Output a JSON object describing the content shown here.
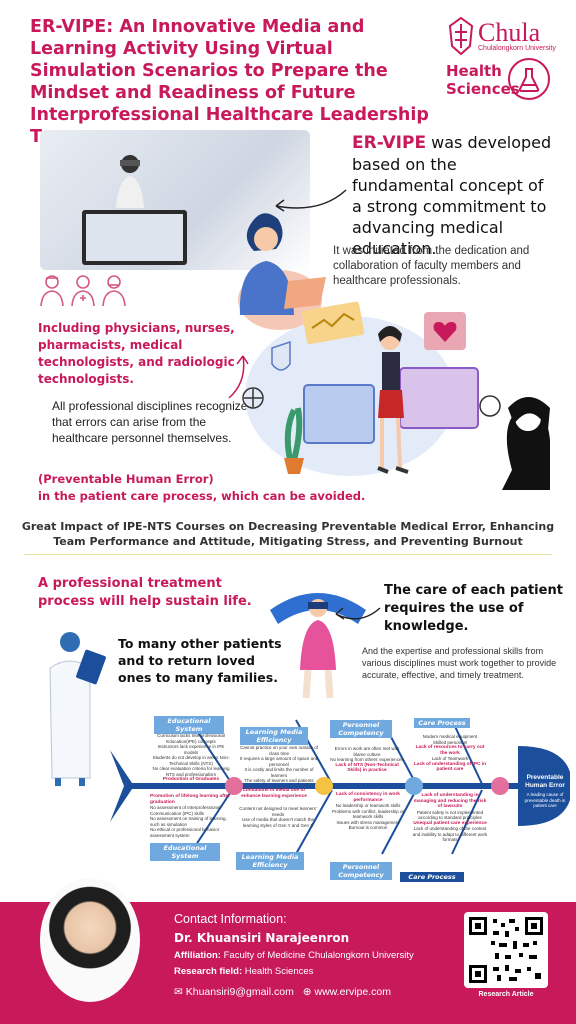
{
  "header": {
    "title": "ER-VIPE: An Innovative Media and Learning Activity Using Virtual Simulation Scenarios to Prepare the Mindset and Readiness of Future Interprofessional Healthcare Leadership Teams.",
    "logo_name": "Chula",
    "logo_sub": "Chulalongkorn University",
    "faculty_line1": "Health",
    "faculty_line2": "Sciences"
  },
  "intro": {
    "brand": "ER-VIPE",
    "lead_rest": " was developed based on the fundamental concept of a strong commitment to advancing medical education.",
    "initiated": "It was initiated from the dedication and collaboration of faculty members and healthcare professionals.",
    "professions": "Including physicians, nurses, pharmacists, medical technologists, and radiologic technologists.",
    "all_disciplines": "All professional disciplines recognize that errors can arise from the healthcare personnel themselves.",
    "phe_line1": "(Preventable Human Error)",
    "phe_line2": "in the patient care process, which can be avoided."
  },
  "impact": {
    "heading": "Great Impact of IPE-NTS Courses on Decreasing Preventable Medical Error, Enhancing Team Performance and Attitude, Mitigating Stress, and Preventing Burnout"
  },
  "middle": {
    "sustain": "A professional treatment process will help sustain life.",
    "care": "The care of each patient requires the use of knowledge.",
    "expertise": "And the expertise and professional skills from various disciplines must work together to provide accurate, effective, and timely treatment.",
    "others": "To many other patients and to return loved ones to many families."
  },
  "fishbone": {
    "head": "Preventable Human Error",
    "head_sub": "A leading cause of preventable death in patient care",
    "bones": [
      {
        "label": "Educational System",
        "items": [
          "Curriculum lacks Interprofessional Education(IPE) concepts",
          "Instructors lack experience in IPE models",
          "Students do not develop in areas Non-Technical Skills (NTS)",
          "No clear evaluation criteria for learning NTS and professionalism"
        ],
        "key": "Production of Graduates"
      },
      {
        "label": "Learning Media Efficiency",
        "items": [
          "Cannot practice on your own outside of class time",
          "It requires a large amount of space and personnel",
          "It is costly and limits the number of learners",
          "The safety of learners and patients"
        ],
        "key": "Limitations in media use to enhance learning experience"
      },
      {
        "label": "Personnel Competency",
        "items": [
          "Errors in work are often met with blame culture",
          "No learning from others' experiences"
        ],
        "key": "Lack of NTS (Non-Technical Skills) in practice"
      },
      {
        "label": "Care Process",
        "items": [
          "Modern medical equipment",
          "Skilled personnel"
        ],
        "key": "Lack of resources to carry out the work",
        "extra": "Lack of Teamwork",
        "key2": "Lack of understanding of IPC in patient care"
      },
      {
        "label": "Educational System",
        "key": "Promotion of lifelong learning after graduation",
        "items": [
          "No assessment of Interprofessional Communication (IPC) skills",
          "No assessment on training of learning, such as simulation",
          "No ethical or professional behavior assessment system"
        ]
      },
      {
        "label": "Learning Media Efficiency",
        "items": [
          "Content not designed to meet learners' needs",
          "Use of media that doesn't match the learning styles of Gen Y and Gen Z"
        ]
      },
      {
        "label": "Personnel Competency",
        "key": "Lack of consistency in work performance",
        "items": [
          "No leadership or teamwork skills",
          "Problems with conflict, leadership or teamwork skills",
          "Issues with stress management",
          "Burnout is common"
        ]
      },
      {
        "label": "Care Process",
        "key": "Lack of understanding in managing and reducing the risk of lawsuits",
        "items": [
          "Patient safety is not implemented according to standard principles"
        ],
        "key2": "Unequal patient care experience",
        "extra": "Lack of understanding of the context and inability to adapt to different work formats"
      }
    ]
  },
  "contact": {
    "heading": "Contact Information:",
    "name": "Dr. Khuansiri Narajeenron",
    "aff_label": "Affiliation:",
    "aff": " Faculty of Medicine Chulalongkorn University",
    "res_label": "Research field:",
    "res": " Health Sciences",
    "email": "Khuansiri9@gmail.com",
    "web": "www.ervipe.com",
    "qr_label": "Research Article"
  },
  "colors": {
    "brand": "#c8195a",
    "navy": "#1b4f9c",
    "sky": "#6fa9df"
  }
}
